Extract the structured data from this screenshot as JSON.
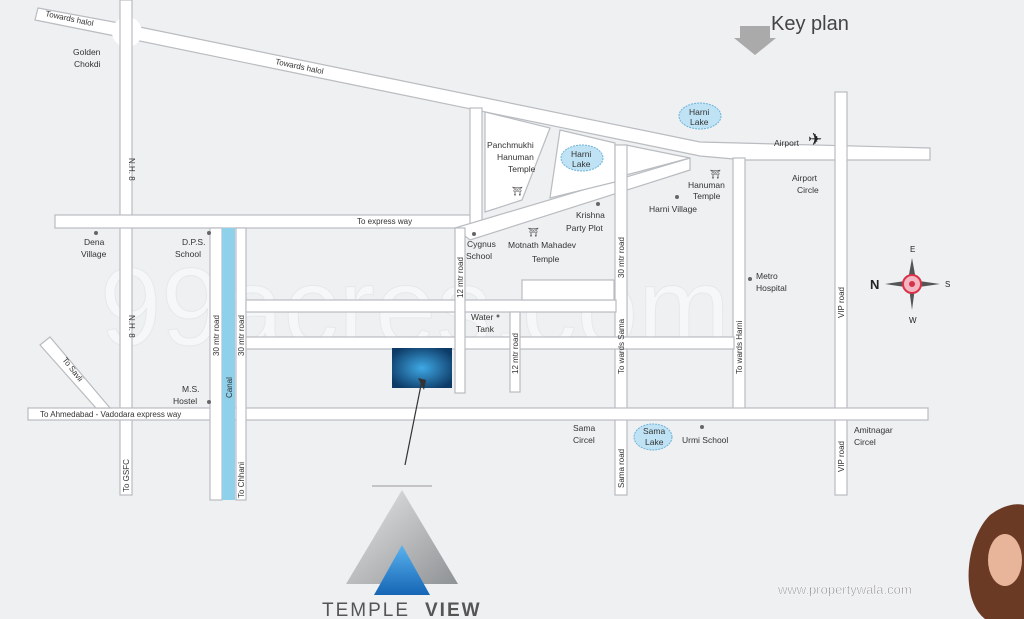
{
  "title": "Key plan",
  "project": {
    "name_part1": "TEMPLE",
    "name_part2": "VIEW"
  },
  "watermark": "99acres.com",
  "credit": "www.propertywala.com",
  "colors": {
    "canal": "#8fd0ea",
    "project": "#1f7fc0",
    "lake": "#bfe3f5",
    "compass": "#d8324a"
  },
  "compass": {
    "n": "N",
    "e": "E",
    "s": "S",
    "w": "W"
  },
  "roads": {
    "halol1": "Towards halol",
    "halol2": "Towards halol",
    "nh8_top": "N.H. 8",
    "nh8_bottom": "N.H. 8",
    "express": "To express way",
    "ahmedabad": "To Ahmedabad - Vadodara express way",
    "savli": "To Savli",
    "gsfc": "To GSFC",
    "canal": "Canal",
    "chhani": "To Chhani",
    "r30a": "30 mtr road",
    "r30b": "30 mtr road",
    "r12a": "12 mtr road",
    "r12b": "12 mtr road",
    "r30c": "30 mtr road",
    "sama1": "To wards Sama",
    "sama2": "Sama road",
    "harni": "To wards Harni",
    "vip1": "VIP road",
    "vip2": "VIP road"
  },
  "places": {
    "golden": [
      "Golden",
      "Chokdi"
    ],
    "dena": [
      "Dena",
      "Village"
    ],
    "dps": [
      "D.P.S.",
      "School"
    ],
    "panch": [
      "Panchmukhi",
      "Hanuman",
      "Temple"
    ],
    "harnilake1": [
      "Harni",
      "Lake"
    ],
    "harnilake2": [
      "Harni",
      "Lake"
    ],
    "krishna": [
      "Krishna",
      "Party Plot"
    ],
    "cygnus": [
      "Cygnus",
      "School"
    ],
    "motnath": [
      "Motnath Mahadev",
      "Temple"
    ],
    "hanuman": [
      "Hanuman",
      "Temple"
    ],
    "harnivillage": "Harni Village",
    "airport": "Airport",
    "airportcircle": [
      "Airport",
      "Circle"
    ],
    "metro": [
      "Metro",
      "Hospital"
    ],
    "water": [
      "Water",
      "Tank"
    ],
    "ms": [
      "M.S.",
      "Hostel"
    ],
    "samacircle": [
      "Sama",
      "Circel"
    ],
    "samalake": [
      "Sama",
      "Lake"
    ],
    "urmi": "Urmi School",
    "amitnagar": [
      "Amitnagar",
      "Circel"
    ]
  }
}
